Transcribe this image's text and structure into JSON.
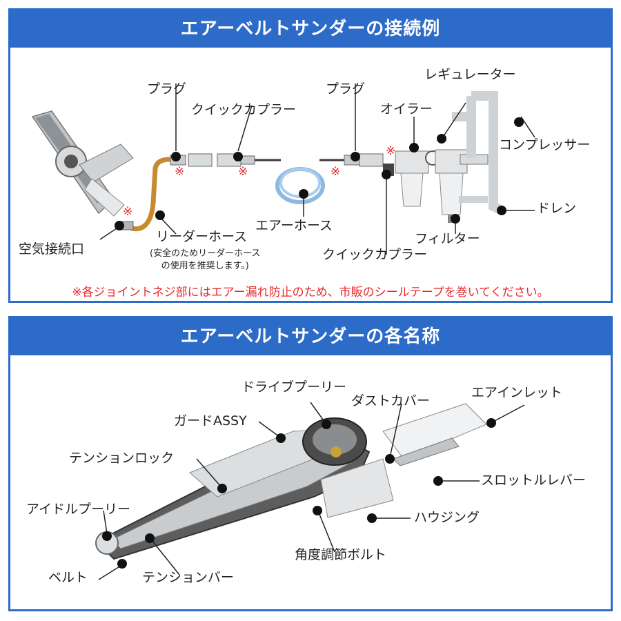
{
  "connection": {
    "title": "エアーベルトサンダーの接続例",
    "labels": {
      "plug1": "プラグ",
      "coupler1": "クイックカプラー",
      "plug2": "プラグ",
      "regulator": "レギュレーター",
      "oiler": "オイラー",
      "compressor": "コンプレッサー",
      "air_hose": "エアーホース",
      "drain": "ドレン",
      "filter": "フィルター",
      "air_inlet": "空気接続口",
      "leader_hose": "リーダーホース",
      "leader_note": "(安全のためリーダーホース\nの使用を推奨します。)",
      "coupler2": "クイックカプラー"
    },
    "mark": "※",
    "note": "※各ジョイントネジ部にはエアー漏れ防止のため、市販のシールテープを巻いてください。"
  },
  "parts": {
    "title": "エアーベルトサンダーの各名称",
    "labels": {
      "drive_pulley": "ドライブプーリー",
      "dust_cover": "ダストカバー",
      "air_inlet": "エアインレット",
      "guard": "ガードASSY",
      "tension_lock": "テンションロック",
      "throttle_lever": "スロットルレバー",
      "idle_pulley": "アイドルプーリー",
      "housing": "ハウジング",
      "angle_bolt": "角度調節ボルト",
      "belt": "ベルト",
      "tension_bar": "テンションバー"
    }
  },
  "colors": {
    "accent": "#2d6bc9",
    "warning": "#e8282b"
  }
}
